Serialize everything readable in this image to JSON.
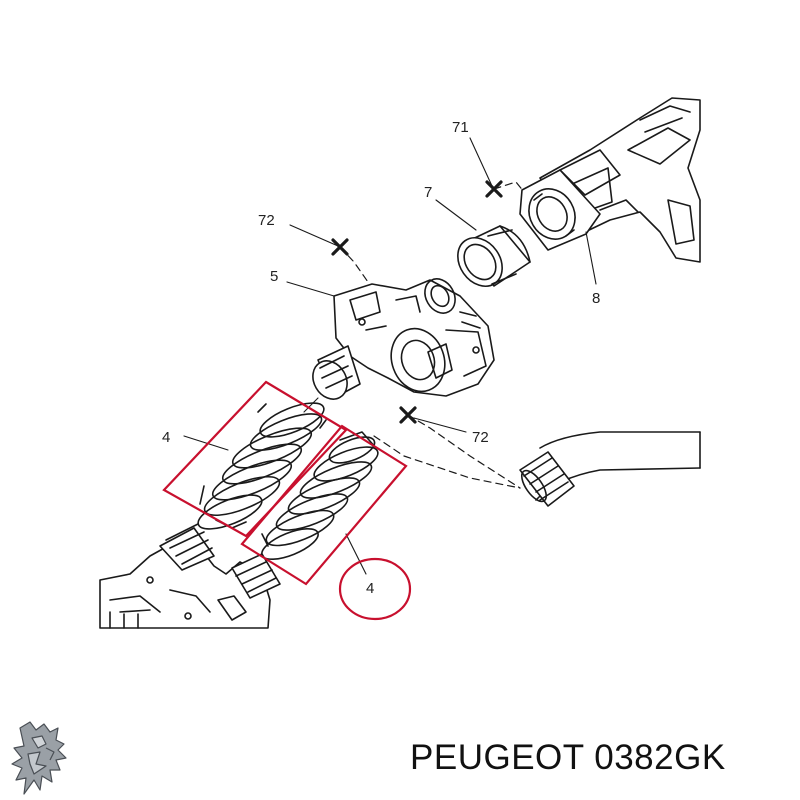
{
  "diagram": {
    "callouts": {
      "c71": "71",
      "c7": "7",
      "c72_top": "72",
      "c5": "5",
      "c8": "8",
      "c4_left": "4",
      "c72_right": "72",
      "c4_circled": "4"
    },
    "highlight_color": "#c8102e",
    "line_color": "#1a1a1a"
  },
  "caption": {
    "brand": "PEUGEOT",
    "part_number": "0382GK"
  },
  "logo": {
    "icon": "peugeot-lion-logo"
  }
}
